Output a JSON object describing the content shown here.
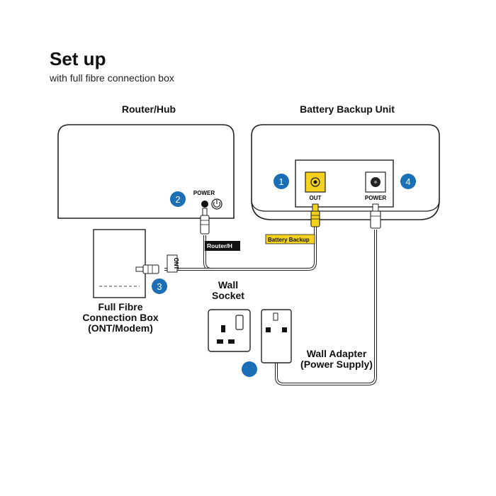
{
  "header": {
    "title": "Set up",
    "subtitle": "with full fibre connection box"
  },
  "devices": {
    "router": {
      "label": "Router/Hub",
      "power_label": "POWER",
      "step": "2"
    },
    "battery": {
      "label": "Battery Backup Unit",
      "out_label": "OUT",
      "power_label": "POWER",
      "step_out": "1",
      "step_power": "4"
    },
    "ont": {
      "label_line1": "Full Fibre",
      "label_line2": "Connection Box",
      "label_line3": "(ONT/Modem)",
      "port_label": "ONT",
      "step": "3"
    },
    "wall_socket": {
      "label_line1": "Wall",
      "label_line2": "Socket"
    },
    "wall_adapter": {
      "label_line1": "Wall Adapter",
      "label_line2": "(Power Supply)"
    }
  },
  "cable_tags": {
    "router": "Router/H",
    "battery": "Battery Backup"
  },
  "colors": {
    "step_blue": "#1a6fb5",
    "port_yellow": "#f4d21f",
    "outline": "#222222"
  }
}
